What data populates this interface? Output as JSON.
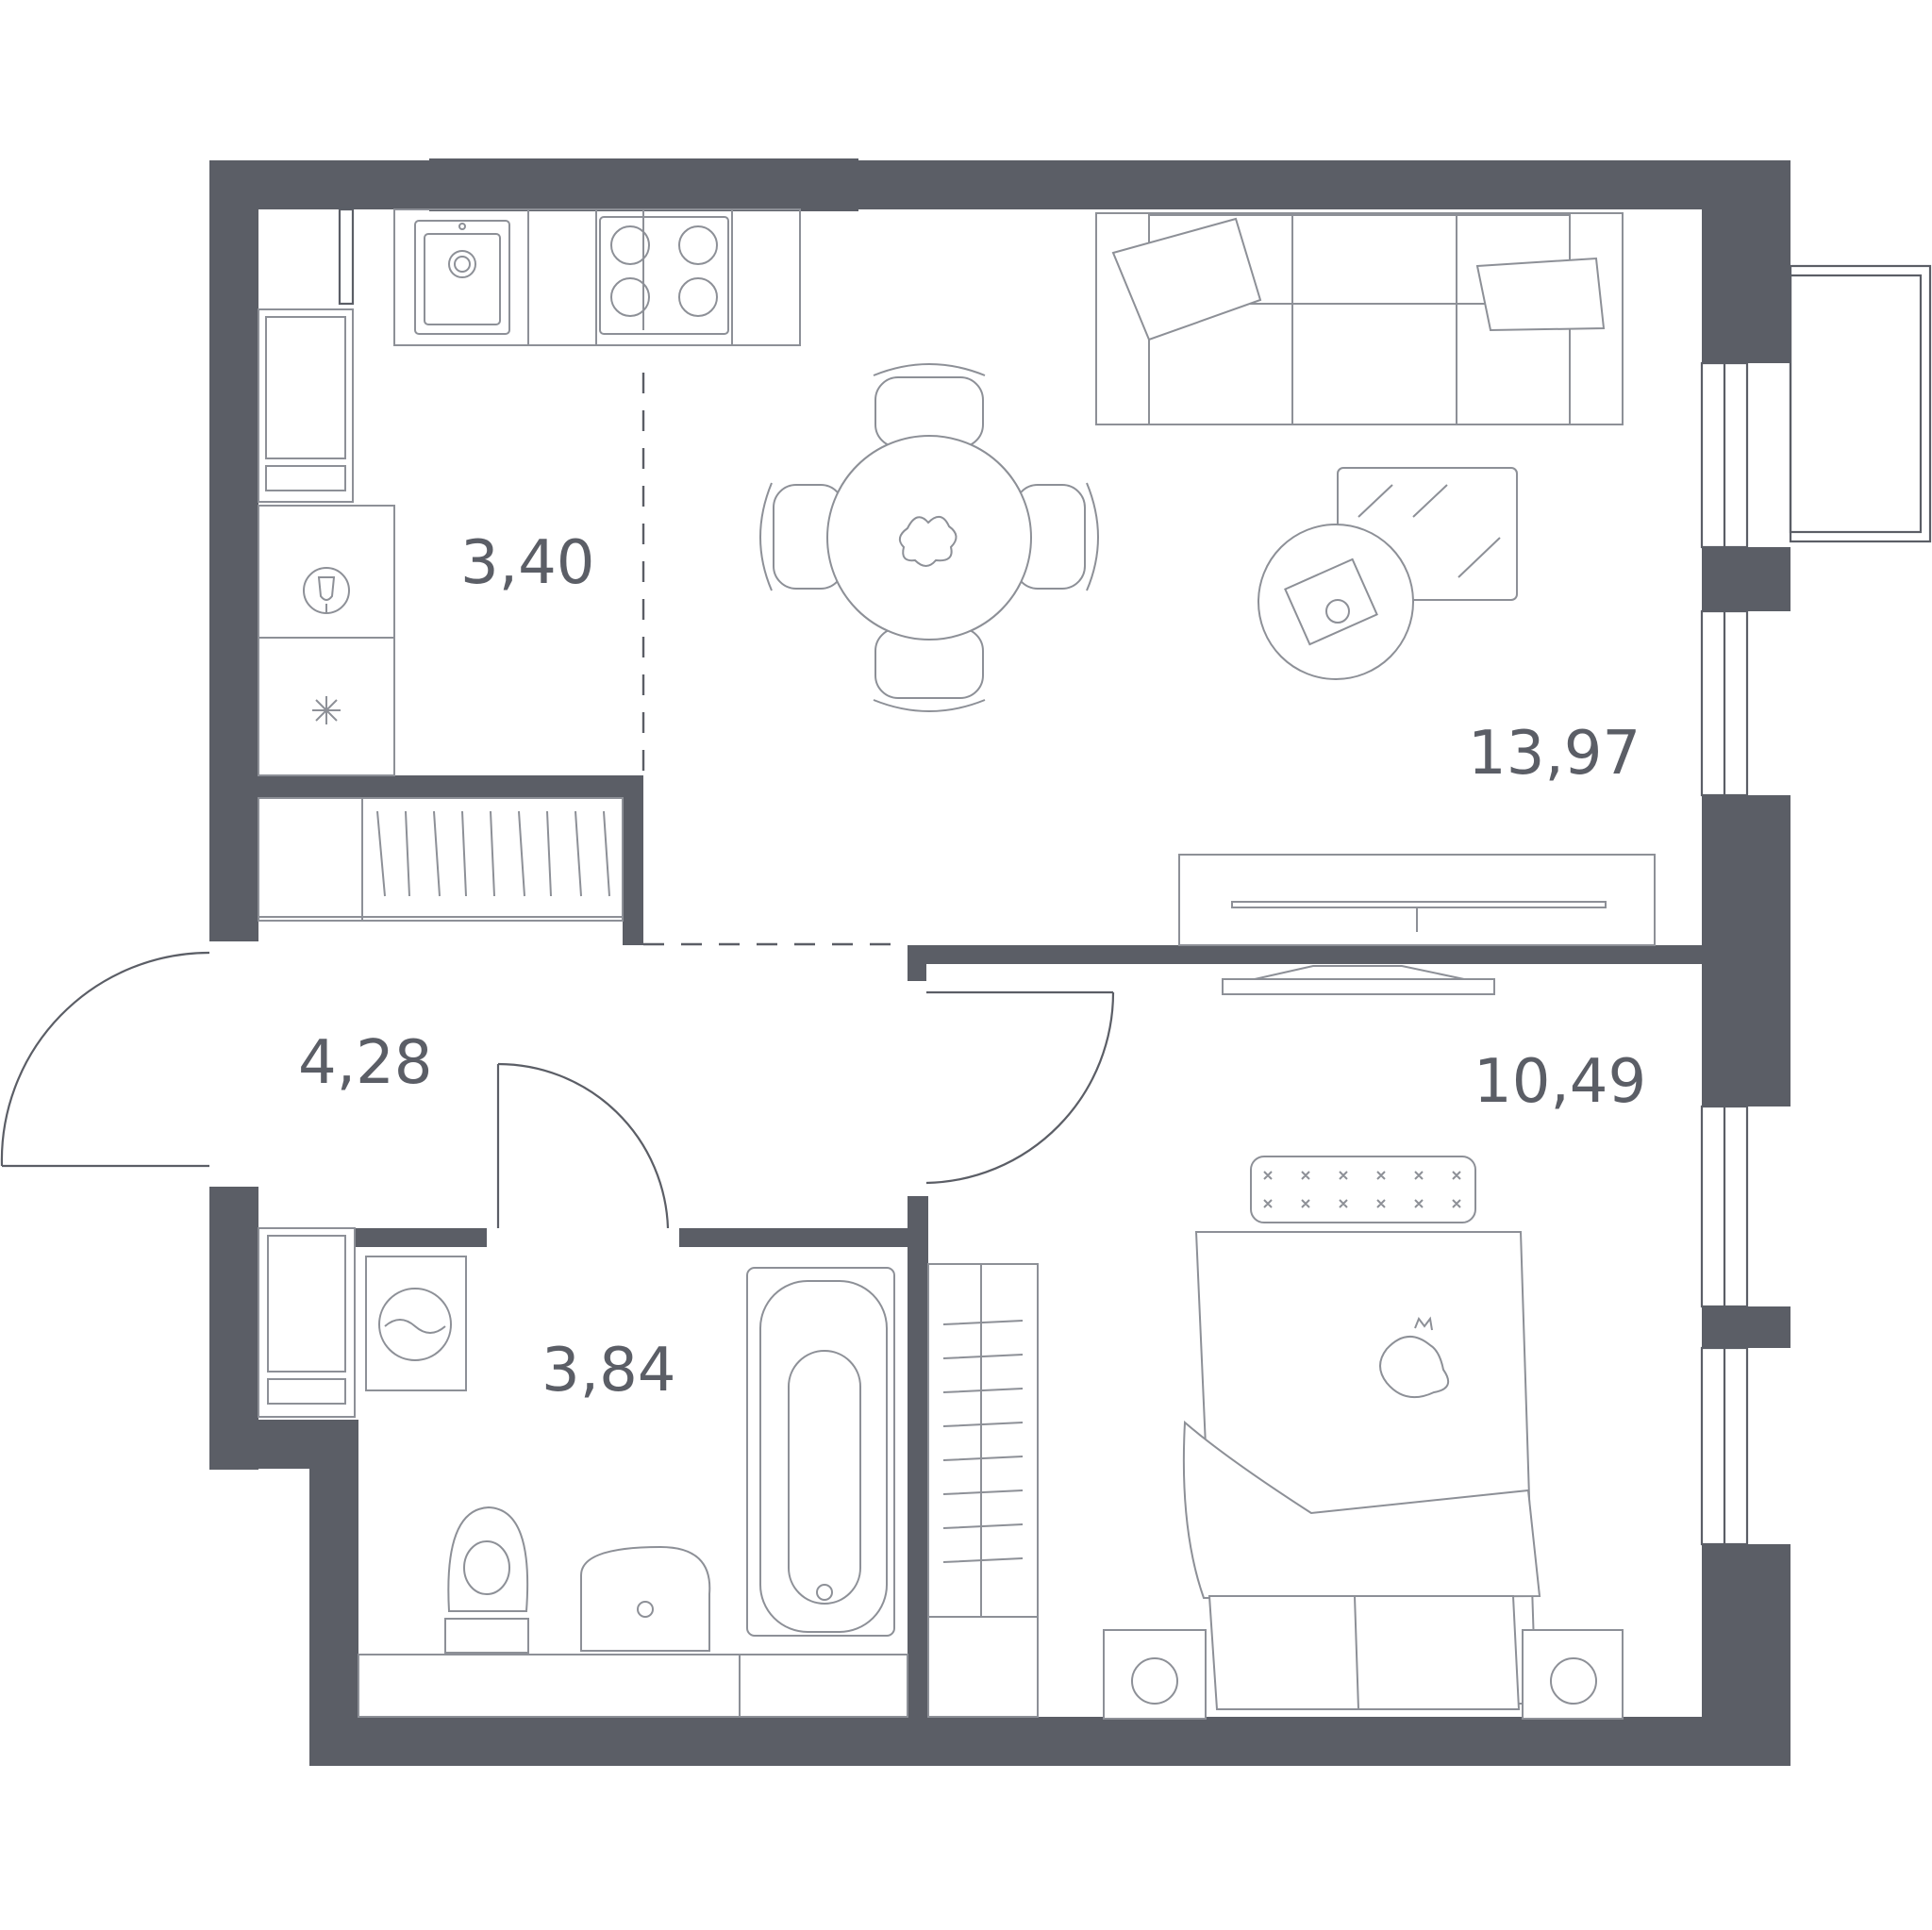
{
  "rooms": [
    {
      "id": "kitchen",
      "area": "3,40"
    },
    {
      "id": "living",
      "area": "13,97"
    },
    {
      "id": "hall",
      "area": "4,28"
    },
    {
      "id": "bedroom",
      "area": "10,49"
    },
    {
      "id": "bathroom",
      "area": "3,84"
    }
  ],
  "colors": {
    "wall": "#5b5e66",
    "furniture": "#8d9097",
    "background": "#ffffff"
  }
}
